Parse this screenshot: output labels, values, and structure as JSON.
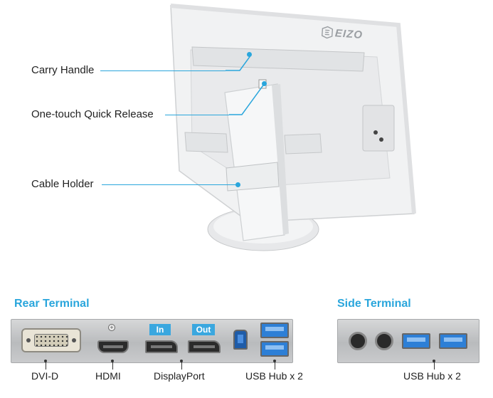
{
  "logo_text": "EIZO",
  "callouts": {
    "carry_handle": "Carry Handle",
    "quick_release": "One-touch Quick Release",
    "cable_holder": "Cable Holder"
  },
  "rear_terminal": {
    "title": "Rear Terminal",
    "ports": {
      "dvi": "DVI-D",
      "hdmi": "HDMI",
      "displayport": "DisplayPort",
      "usb": "USB Hub x 2"
    },
    "dp_in": "In",
    "dp_out": "Out"
  },
  "side_terminal": {
    "title": "Side Terminal",
    "usb": "USB Hub x 2"
  },
  "colors": {
    "accent": "#2aa6dc",
    "usb3_blue": "#2d7fd6"
  }
}
